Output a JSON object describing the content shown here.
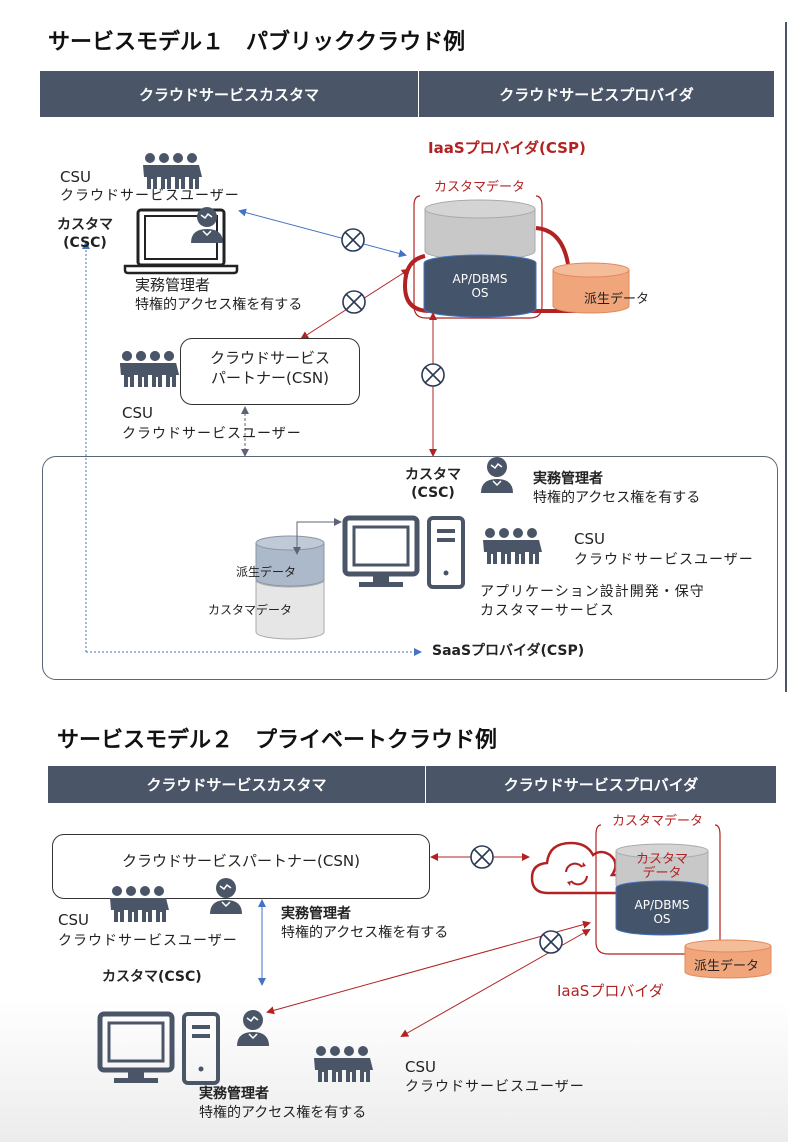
{
  "model1": {
    "title": "サービスモデル１　パブリッククラウド例",
    "header_customer": "クラウドサービスカスタマ",
    "header_provider": "クラウドサービスプロバイダ",
    "iaas_provider": "IaaSプロバイダ(CSP)",
    "customer_data_label": "カスタマデータ",
    "db_stack_label_line1": "AP/DBMS",
    "db_stack_label_line2": "OS",
    "derived_data_label": "派生データ",
    "csu_top": "CSU",
    "csu_top_desc": "クラウドサービスユーザー",
    "customer_label_line1": "カスタマ",
    "customer_label_line2": "(CSC)",
    "admin_label": "実務管理者",
    "admin_desc": "特権的アクセス権を有する",
    "partner_line1": "クラウドサービス",
    "partner_line2": "パートナー(CSN)",
    "csu_mid": "CSU",
    "csu_mid_desc": "クラウドサービスユーザー",
    "saas": {
      "customer_line1": "カスタマ",
      "customer_line2": "(CSC)",
      "admin_label": "実務管理者",
      "admin_desc": "特権的アクセス権を有する",
      "csu": "CSU",
      "csu_desc": "クラウドサービスユーザー",
      "roles_line1": "アプリケーション設計開発・保守",
      "roles_line2": "カスタマーサービス",
      "derived_data_label": "派生データ",
      "customer_data_label": "カスタマデータ",
      "provider_label": "SaaSプロバイダ(CSP)"
    }
  },
  "model2": {
    "title": "サービスモデル２　プライベートクラウド例",
    "header_customer": "クラウドサービスカスタマ",
    "header_provider": "クラウドサービスプロバイダ",
    "partner_label": "クラウドサービスパートナー(CSN)",
    "csu": "CSU",
    "csu_desc": "クラウドサービスユーザー",
    "admin_label": "実務管理者",
    "admin_desc": "特権的アクセス権を有する",
    "customer_label": "カスタマ(CSC)",
    "customer_data_outer": "カスタマデータ",
    "customer_data_inner_line1": "カスタマ",
    "customer_data_inner_line2": "データ",
    "db_stack_label_line1": "AP/DBMS",
    "db_stack_label_line2": "OS",
    "derived_data_label": "派生データ",
    "iaas_provider": "IaaSプロバイダ",
    "admin_bottom_label": "実務管理者",
    "admin_bottom_desc": "特権的アクセス権を有する",
    "csu_bottom": "CSU",
    "csu_bottom_desc": "クラウドサービスユーザー"
  },
  "colors": {
    "header_bg": "#4a5568",
    "icon": "#4a5568",
    "accent_red": "#b22222",
    "arrow_blue": "#4472c4",
    "derived_orange": "#f4b183",
    "db_gray": "#c8c8c8",
    "db_navy": "#44546a"
  }
}
